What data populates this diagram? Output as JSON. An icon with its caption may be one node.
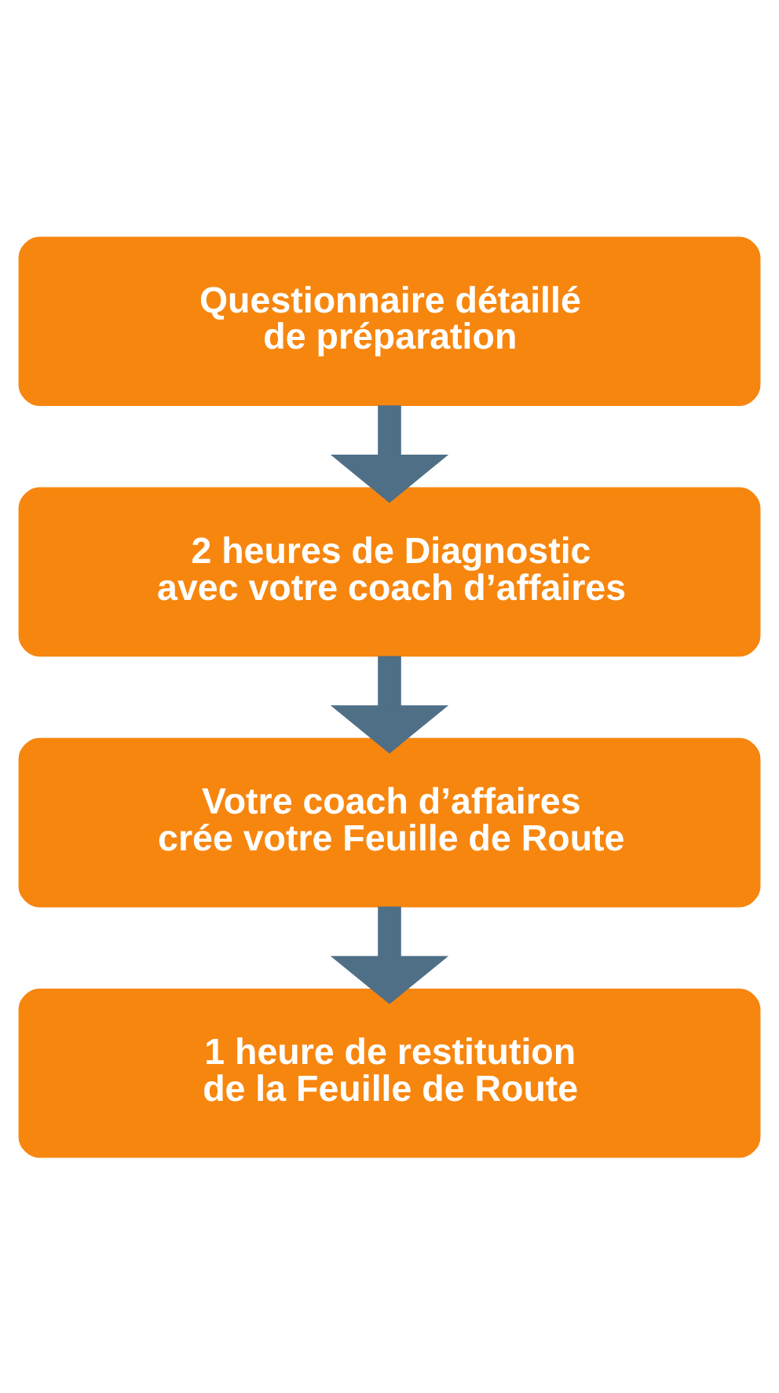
{
  "diagram": {
    "nodes": [
      {
        "text": [
          "Questionnaire détaillé de préparation"
        ]
      },
      {
        "text": [
          "2 heures de Diagnostic avec votre coach d’affaires"
        ]
      },
      {
        "text": [
          "Votre coach d’affaires crée votre Feuille de Route"
        ]
      },
      {
        "text": [
          "1 heure de restitution de la Feuille de Route"
        ]
      }
    ],
    "edges": [
      {
        "from": 0,
        "to": 1,
        "arrow": "to"
      },
      {
        "from": 1,
        "to": 2,
        "arrow": "to"
      },
      {
        "from": 2,
        "to": 3,
        "arrow": "to"
      }
    ]
  }
}
